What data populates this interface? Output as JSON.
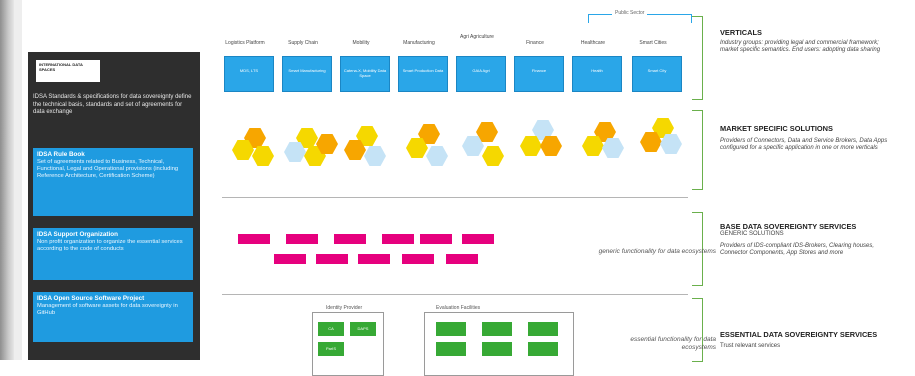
{
  "header": {
    "title": ""
  },
  "left_panel": {
    "logo_text": "INTERNATIONAL DATA SPACES",
    "description": "IDSA Standards & specifications for data sovereignty define the technical basis, standards and set of agreements for data exchange",
    "boxes": [
      {
        "title": "IDSA Rule Book",
        "desc": "Set of agreements related to Business, Technical, Functional, Legal and Operational provisions (including Reference Architecture, Certification Scheme)"
      },
      {
        "title": "IDSA Support Organization",
        "desc": "Non profit organization to organize the essential services according to the code of conducts"
      },
      {
        "title": "IDSA Open Source Software Project",
        "desc": "Management of software assets for data sovereignty in GitHub"
      }
    ]
  },
  "verticals": {
    "public_sector_label": "Public Sector",
    "labels": [
      "Logistics Platform",
      "Supply Chain",
      "Mobility",
      "Manufacturing",
      "Agri Agriculture",
      "Finance",
      "Healthcare",
      "Smart Cities"
    ],
    "box_texts": [
      "MDS, LTS",
      "Smart Manufacturing",
      "Catena-X, Mobility Data Space",
      "Smart Production Data",
      "GAIA Agri",
      "Finance",
      "Health",
      "Smart City"
    ]
  },
  "right_column": {
    "verticals_head": "VERTICALS",
    "verticals_desc": "Industry groups: providing legal and commercial framework; market specific semantics. End users: adopting data sharing",
    "market_head": "MARKET SPECIFIC SOLUTIONS",
    "market_desc": "Providers of Connectors, Data and Service Brokers, Data Apps configured for a specific application in one or more verticals",
    "base_head": "BASE DATA SOVEREIGNTY SERVICES",
    "base_sub": "GENERIC SOLUTIONS",
    "base_desc": "Providers of IDS-compliant IDS-Brokers, Clearing houses, Connector Components, App Stores and more",
    "essential_head": "ESSENTIAL DATA SOVEREIGNTY SERVICES",
    "essential_desc": "Trust relevant services"
  },
  "notes": {
    "generic": "generic functionality for data ecosystems",
    "essential": "essential functionality for data ecosystems"
  },
  "essential_groups": {
    "identity_label": "Identity Provider",
    "evaluation_label": "Evaluation Facilities",
    "identity_buttons": [
      "CA",
      "DAPS",
      "ParIS"
    ]
  },
  "colors": {
    "vertical_blue": "#2aa6e8",
    "panel_blue": "#1f9be0",
    "hex_yellow": "#f5d800",
    "hex_orange": "#f7a600",
    "hex_lightblue": "#c5e3f6",
    "pink": "#e6007e",
    "green": "#37a935"
  }
}
